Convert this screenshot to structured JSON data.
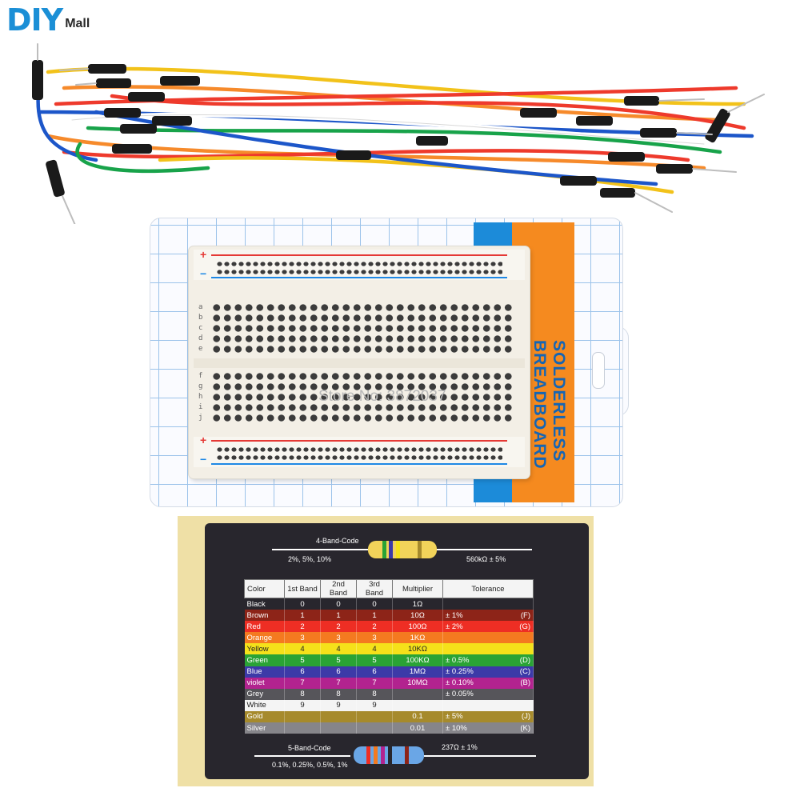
{
  "logo": {
    "main": "DIY",
    "sub": "Mall"
  },
  "breadboard": {
    "package_text": "SOLDERLESS BREADBOARD",
    "watermark": "Store No: 3872037",
    "rows_top": [
      "a",
      "b",
      "c",
      "d",
      "e"
    ],
    "rows_bottom": [
      "f",
      "g",
      "h",
      "i",
      "j"
    ],
    "plus": "+",
    "minus": "−"
  },
  "card": {
    "four_band_title": "4-Band-Code",
    "four_band_tolerance": "2%, 5%, 10%",
    "four_band_example": "560kΩ ± 5%",
    "five_band_title": "5-Band-Code",
    "five_band_tolerance": "0.1%, 0.25%, 0.5%, 1%",
    "five_band_example": "237Ω ± 1%",
    "headers": [
      "Color",
      "1st Band",
      "2nd Band",
      "3rd Band",
      "Multiplier",
      "Tolerance"
    ],
    "rows": [
      {
        "color": "Black",
        "b1": "0",
        "b2": "0",
        "b3": "0",
        "mult": "1Ω",
        "tol": "",
        "code": "",
        "bg": "#28262d",
        "fg": "#ffffff"
      },
      {
        "color": "Brown",
        "b1": "1",
        "b2": "1",
        "b3": "1",
        "mult": "10Ω",
        "tol": "± 1%",
        "code": "(F)",
        "bg": "#8d2418",
        "fg": "#ffffff"
      },
      {
        "color": "Red",
        "b1": "2",
        "b2": "2",
        "b3": "2",
        "mult": "100Ω",
        "tol": "± 2%",
        "code": "(G)",
        "bg": "#ee2e24",
        "fg": "#ffffff"
      },
      {
        "color": "Orange",
        "b1": "3",
        "b2": "3",
        "b3": "3",
        "mult": "1KΩ",
        "tol": "",
        "code": "",
        "bg": "#f47a20",
        "fg": "#ffffff"
      },
      {
        "color": "Yellow",
        "b1": "4",
        "b2": "4",
        "b3": "4",
        "mult": "10KΩ",
        "tol": "",
        "code": "",
        "bg": "#f5e11a",
        "fg": "#222222"
      },
      {
        "color": "Green",
        "b1": "5",
        "b2": "5",
        "b3": "5",
        "mult": "100KΩ",
        "tol": "± 0.5%",
        "code": "(D)",
        "bg": "#2aa335",
        "fg": "#ffffff"
      },
      {
        "color": "Blue",
        "b1": "6",
        "b2": "6",
        "b3": "6",
        "mult": "1MΩ",
        "tol": "± 0.25%",
        "code": "(C)",
        "bg": "#3c3aa8",
        "fg": "#ffffff"
      },
      {
        "color": "violet",
        "b1": "7",
        "b2": "7",
        "b3": "7",
        "mult": "10MΩ",
        "tol": "± 0.10%",
        "code": "(B)",
        "bg": "#b2238f",
        "fg": "#ffffff"
      },
      {
        "color": "Grey",
        "b1": "8",
        "b2": "8",
        "b3": "8",
        "mult": "",
        "tol": "± 0.05%",
        "code": "",
        "bg": "#56555a",
        "fg": "#ffffff"
      },
      {
        "color": "White",
        "b1": "9",
        "b2": "9",
        "b3": "9",
        "mult": "",
        "tol": "",
        "code": "",
        "bg": "#f4f4f4",
        "fg": "#222222"
      },
      {
        "color": "Gold",
        "b1": "",
        "b2": "",
        "b3": "",
        "mult": "0.1",
        "tol": "± 5%",
        "code": "(J)",
        "bg": "#a68a2c",
        "fg": "#ffffff"
      },
      {
        "color": "Silver",
        "b1": "",
        "b2": "",
        "b3": "",
        "mult": "0.01",
        "tol": "± 10%",
        "code": "(K)",
        "bg": "#86858a",
        "fg": "#ffffff"
      }
    ]
  },
  "colors": {
    "brand_blue": "#1b8fd6",
    "package_orange": "#f58a1f",
    "card_bg": "#28262d",
    "sticker": "#efe0a6"
  }
}
